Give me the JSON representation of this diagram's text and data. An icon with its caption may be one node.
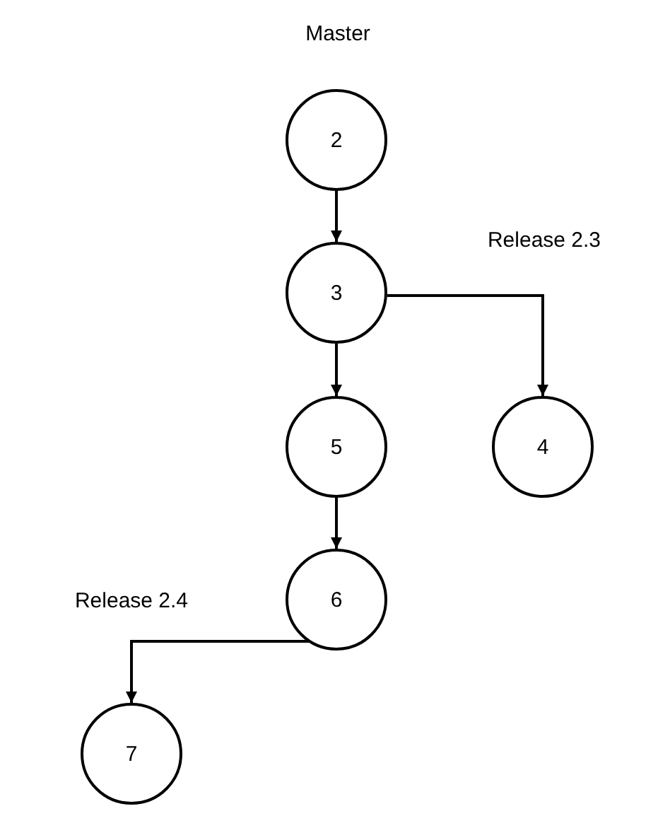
{
  "diagram": {
    "nodes": [
      {
        "text": [
          "2"
        ]
      },
      {
        "text": [
          "3"
        ]
      },
      {
        "text": [
          "4"
        ]
      },
      {
        "text": [
          "5"
        ]
      },
      {
        "text": [
          "6"
        ]
      },
      {
        "text": [
          "7"
        ]
      }
    ],
    "edges": [
      {
        "from": 0,
        "to": 1,
        "arrow": "to"
      },
      {
        "from": 1,
        "to": 3,
        "arrow": "to"
      },
      {
        "from": 1,
        "to": 2,
        "arrow": "to"
      },
      {
        "from": 3,
        "to": 4,
        "arrow": "to"
      },
      {
        "from": 4,
        "to": 5,
        "arrow": "to"
      }
    ],
    "labels": [
      "Master",
      "Release 2.3",
      "Release 2.4"
    ]
  }
}
